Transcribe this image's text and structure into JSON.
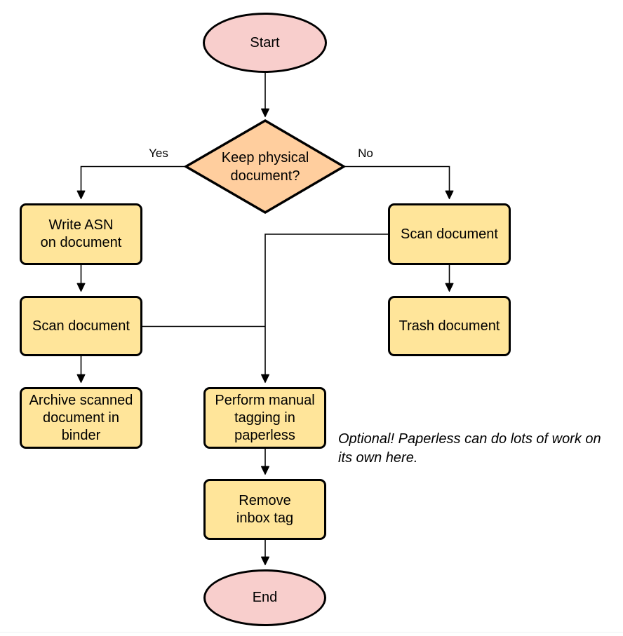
{
  "diagram": {
    "type": "flowchart",
    "colors": {
      "terminal_fill": "#f8cecc",
      "decision_fill": "#ffce9e",
      "process_fill": "#ffe59a",
      "stroke": "#000000",
      "background": "#ffffff"
    },
    "nodes": {
      "start": {
        "label": "Start",
        "shape": "ellipse"
      },
      "decision": {
        "label": "Keep physical\ndocument?",
        "shape": "diamond"
      },
      "write_asn": {
        "label": "Write ASN\non document",
        "shape": "process"
      },
      "scan_left": {
        "label": "Scan document",
        "shape": "process"
      },
      "archive": {
        "label": "Archive scanned\ndocument in\nbinder",
        "shape": "process"
      },
      "scan_right": {
        "label": "Scan document",
        "shape": "process"
      },
      "trash": {
        "label": "Trash document",
        "shape": "process"
      },
      "tagging": {
        "label": "Perform manual\ntagging in\npaperless",
        "shape": "process"
      },
      "remove_inbox": {
        "label": "Remove\ninbox tag",
        "shape": "process"
      },
      "end": {
        "label": "End",
        "shape": "ellipse"
      }
    },
    "edge_labels": {
      "yes": "Yes",
      "no": "No"
    },
    "annotation": "Optional! Paperless can do lots of work on\nits own here."
  }
}
